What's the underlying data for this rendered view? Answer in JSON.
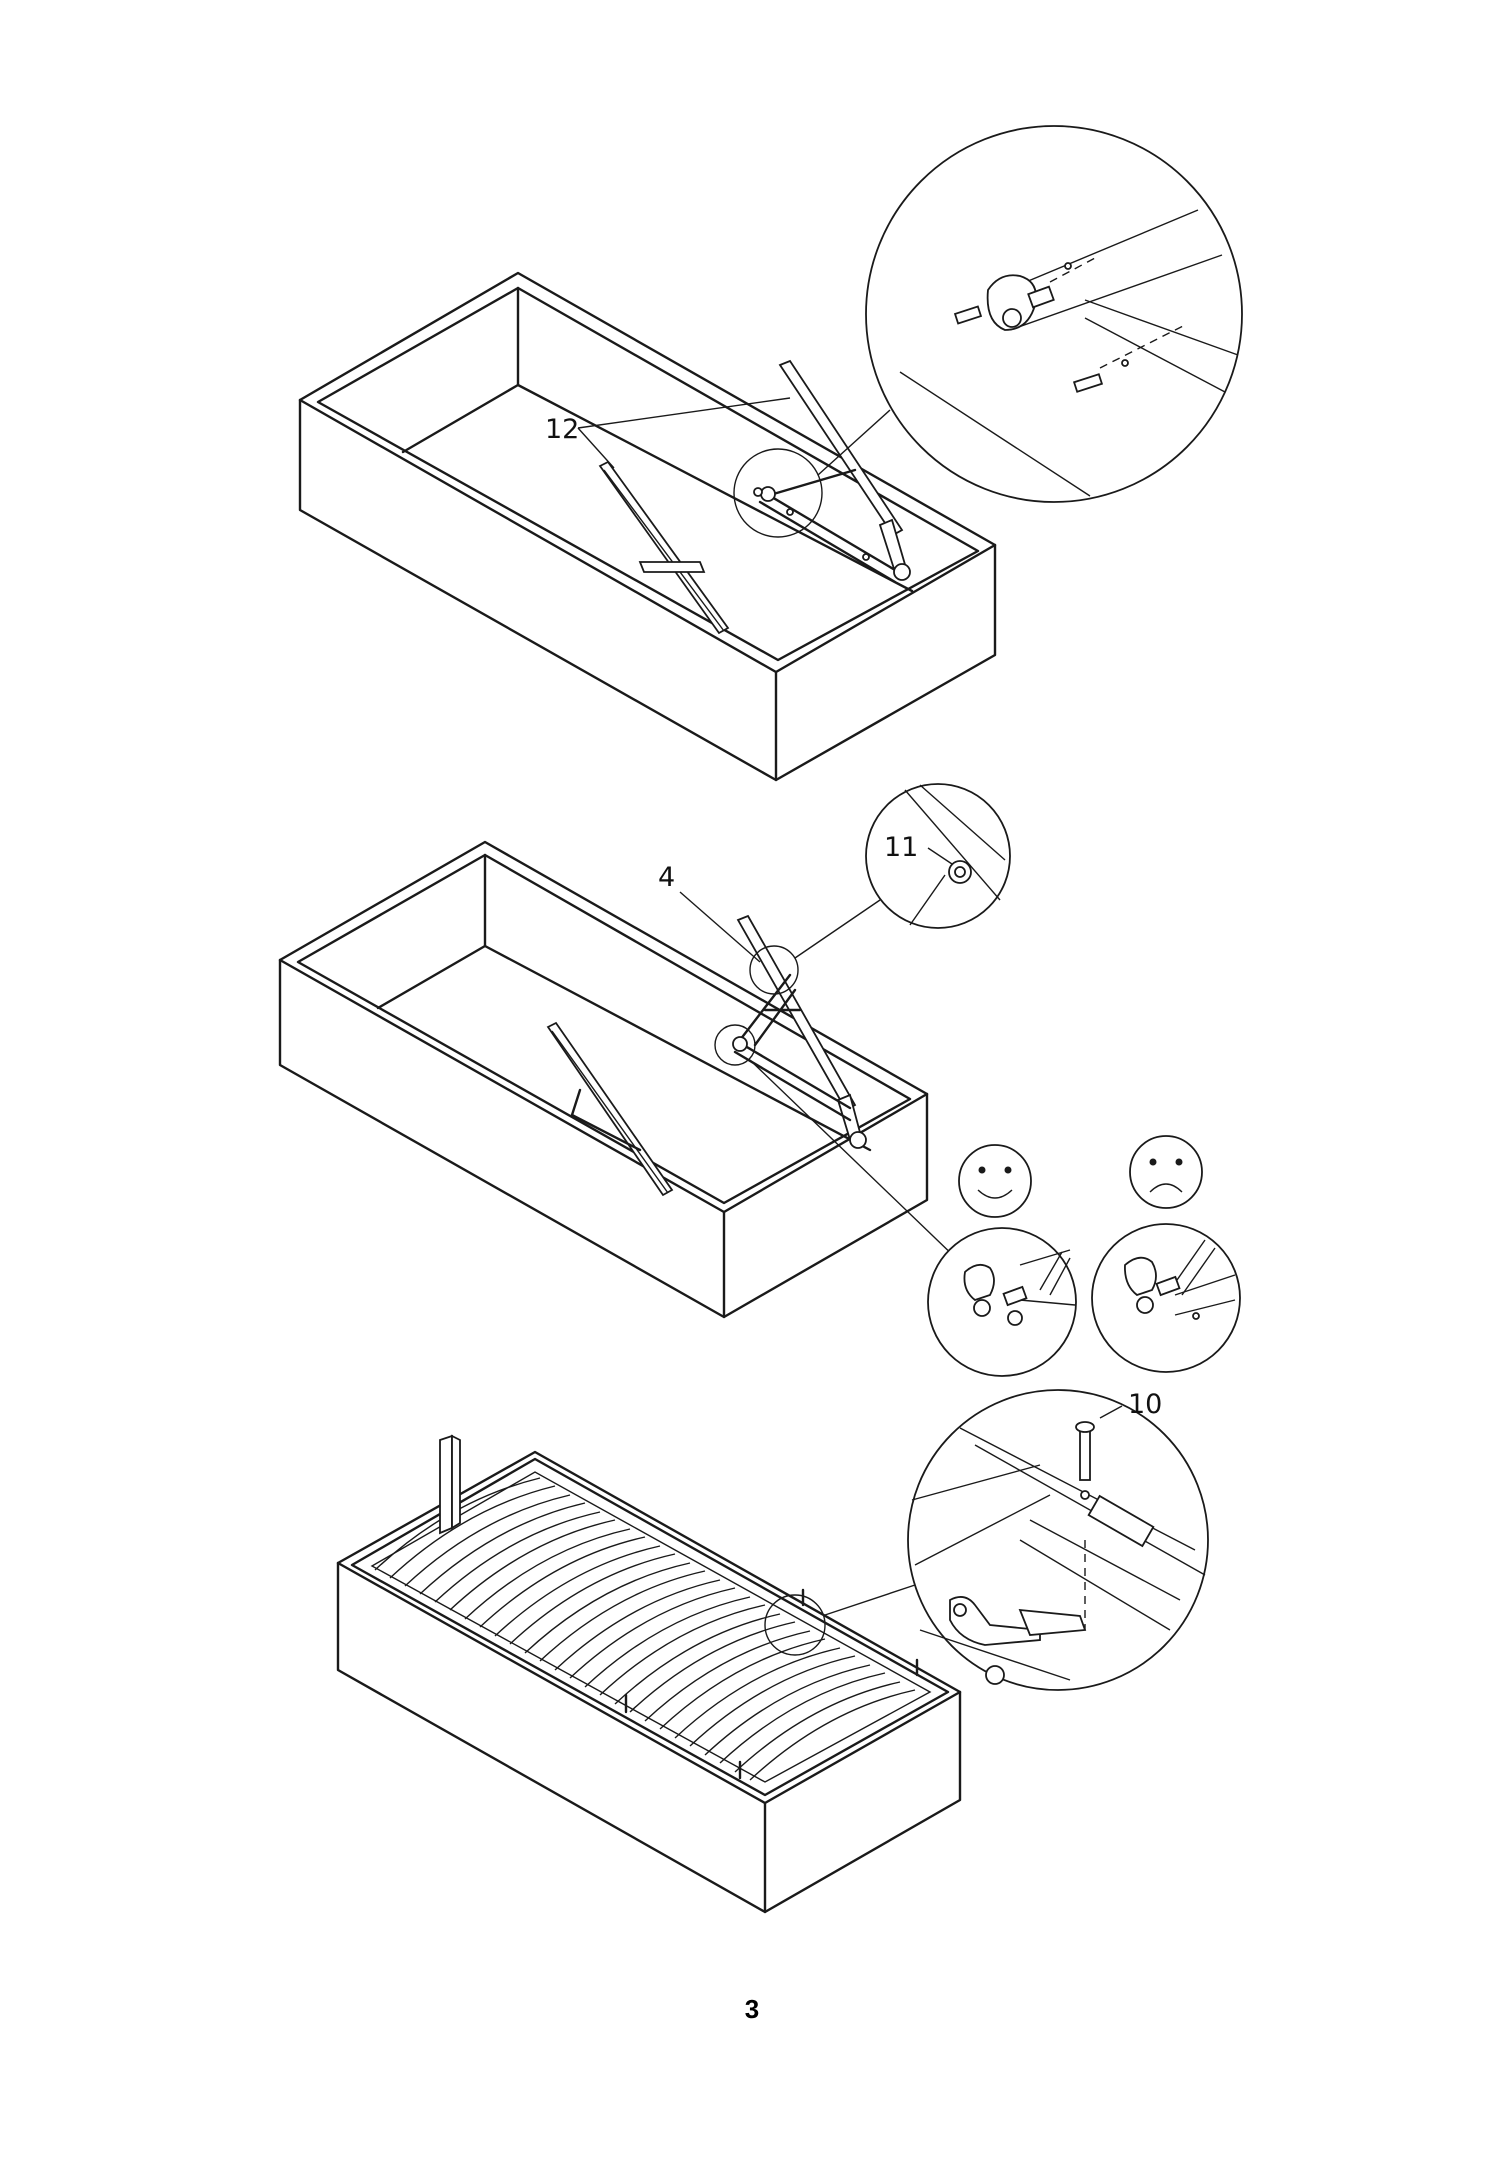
{
  "callouts": {
    "gas_strut": "12",
    "bracket": "4",
    "screw": "11",
    "pin": "10"
  },
  "indicators": {
    "correct": "smiley-face-icon",
    "incorrect": "frowning-face-icon"
  },
  "page_number": "3",
  "colors": {
    "line": "#1a1a1a",
    "background": "#ffffff"
  }
}
